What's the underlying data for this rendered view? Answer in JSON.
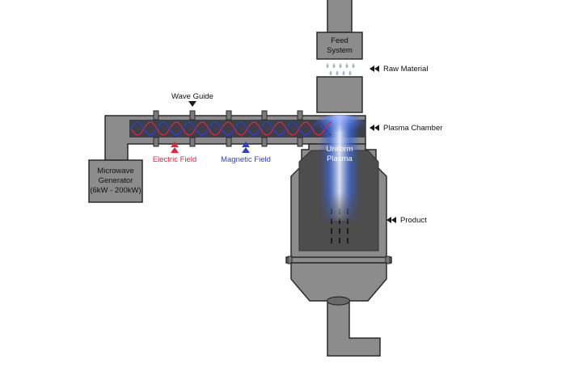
{
  "labels": {
    "feed_system": [
      "Feed",
      "System"
    ],
    "raw_material": "Raw Material",
    "wave_guide": "Wave Guide",
    "plasma_chamber": "Plasma Chamber",
    "electric_field": "Electric Field",
    "magnetic_field": "Magnetic Field",
    "uniform_plasma": [
      "Uniform",
      "Plasma"
    ],
    "product": "Product",
    "microwave_generator": [
      "Microwave",
      "Generator",
      "(6kW - 200kW)"
    ]
  },
  "colors": {
    "body_fill": "#8c8c8c",
    "body_stroke": "#2a2a2a",
    "waveguide_inner": "#3d4048",
    "chamber_inner": "#4d4d4d",
    "electric_field": "#e0243f",
    "magnetic_field": "#2b3fd1",
    "plasma": "#3f6ce0",
    "arrow": "#1a1a1a",
    "droplet": "#a9b1c9"
  },
  "icons": {
    "pointer": "double-left-triangle-icon",
    "wave_guide_marker": "down-triangle-icon",
    "field_marker": "up-triangle-icon"
  }
}
